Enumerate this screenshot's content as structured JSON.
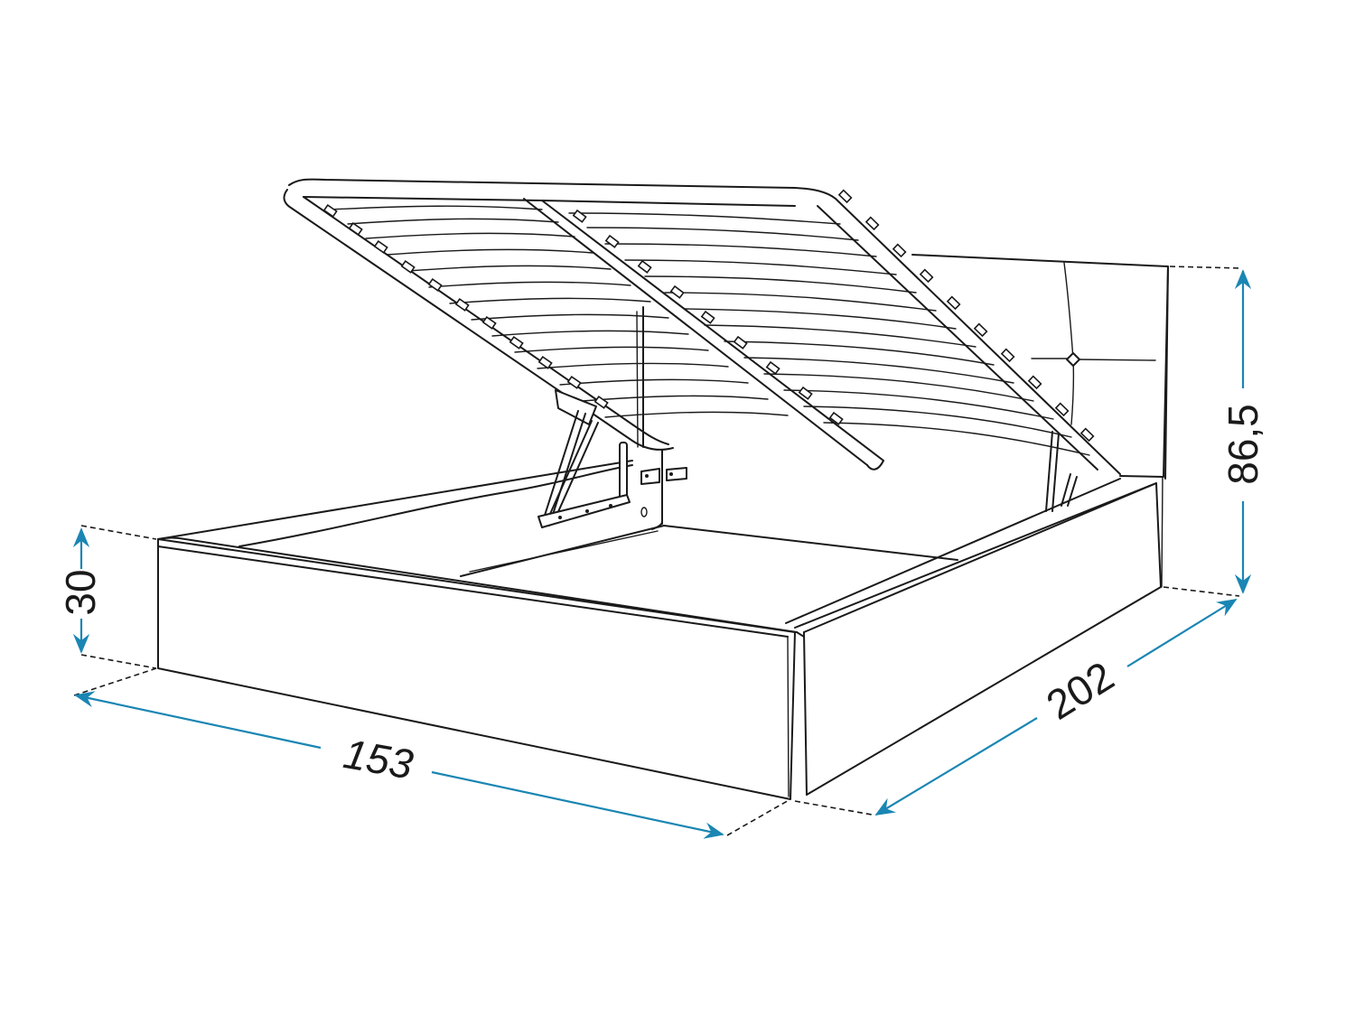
{
  "diagram": {
    "subject": "Upholstered bed with lift-up slatted frame and storage box",
    "line_color": "#1a1a1a",
    "dimension_color": "#1a86b3",
    "units": "cm"
  },
  "dimensions": {
    "width": {
      "label": "153",
      "description": "bed width"
    },
    "length": {
      "label": "202",
      "description": "bed length"
    },
    "frame_height": {
      "label": "30",
      "description": "storage box height"
    },
    "headboard_height": {
      "label": "86,5",
      "description": "total height at headboard"
    }
  },
  "components": [
    {
      "name": "headboard",
      "note": "tufted panel with button"
    },
    {
      "name": "lift-up slatted frame",
      "note": "open position, central support bar"
    },
    {
      "name": "gas lift mechanisms",
      "note": "left and right"
    },
    {
      "name": "storage box",
      "note": "open interior"
    },
    {
      "name": "side rails",
      "note": "front foot panel and side panel"
    }
  ]
}
